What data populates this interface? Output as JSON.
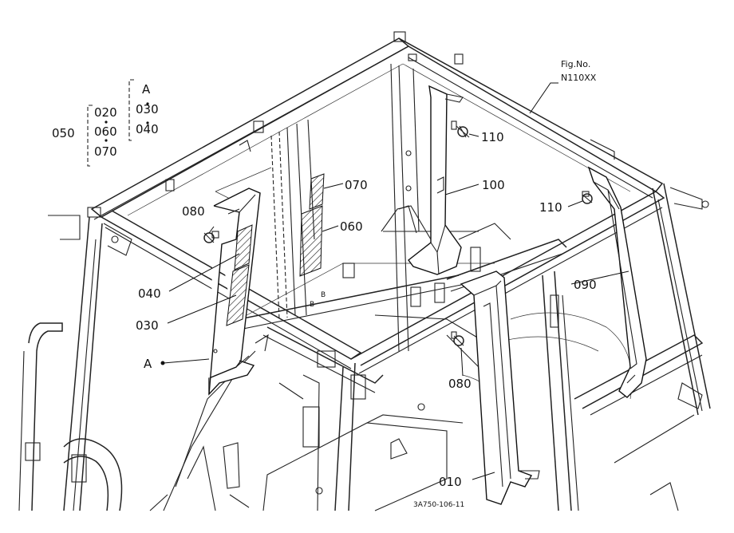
{
  "figure": {
    "fig_caption": "Fig.No.",
    "fig_number": "N110XX",
    "drawing_code": "3A750-106-11"
  },
  "group_050": {
    "label": "050",
    "members": [
      "020",
      "060",
      "070"
    ]
  },
  "group_A": {
    "label": "A",
    "members": [
      "030",
      "040"
    ]
  },
  "callouts": {
    "p010": "010",
    "p030": "030",
    "p040": "040",
    "p060": "060",
    "p070": "070",
    "p080_left": "080",
    "p080_center": "080",
    "p090": "090",
    "p100": "100",
    "p110_top": "110",
    "p110_right": "110",
    "pA": "A"
  },
  "frame_marks": {
    "mark_left": "B",
    "mark_right": "B"
  },
  "colors": {
    "ink": "#111111",
    "paper": "#ffffff"
  }
}
